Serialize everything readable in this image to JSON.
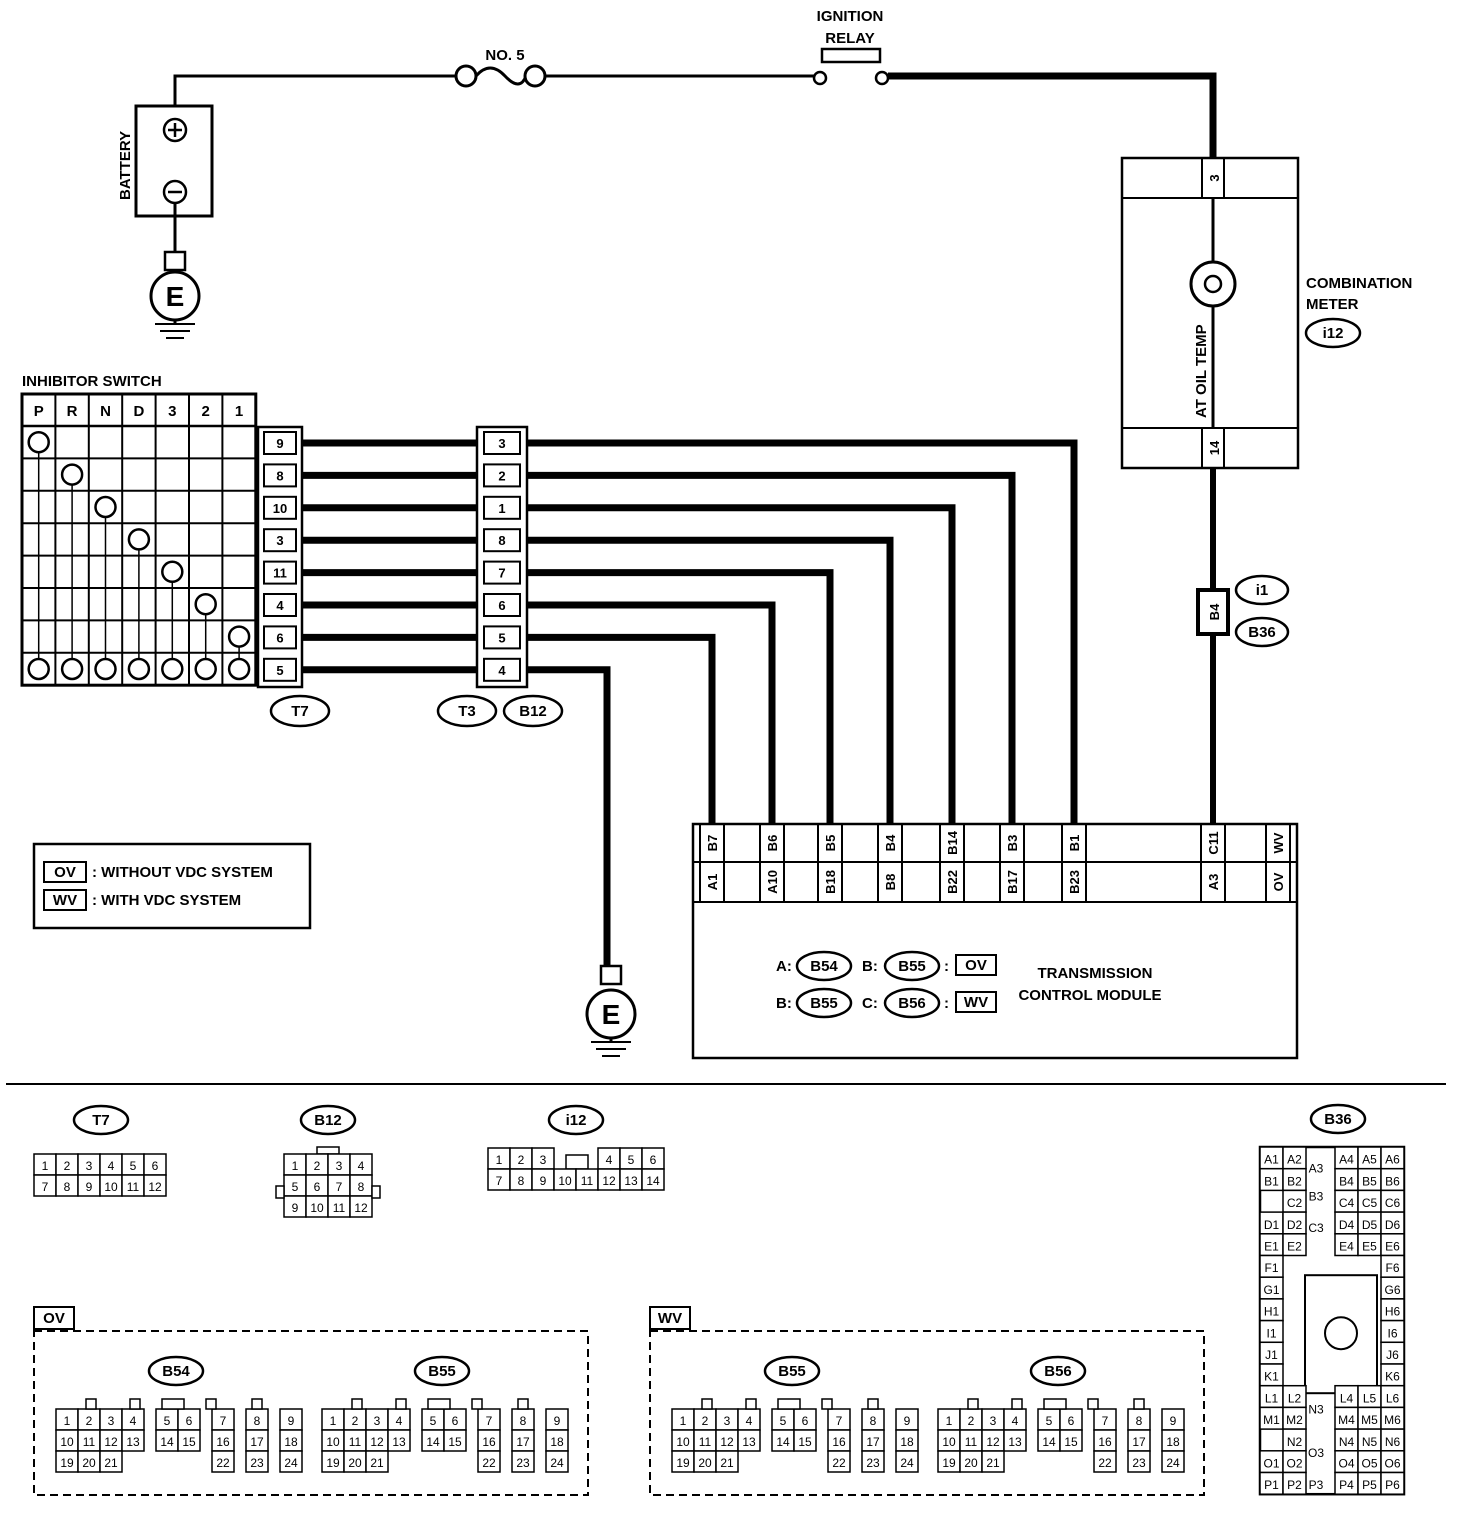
{
  "power": {
    "fuse_label": "NO. 5",
    "relay_label_1": "IGNITION",
    "relay_label_2": "RELAY",
    "battery_label": "BATTERY",
    "ground_label": "E"
  },
  "combination_meter": {
    "label_1": "COMBINATION",
    "label_2": "METER",
    "connector": "i12",
    "gauge_label": "AT OIL TEMP",
    "pin_top": "3",
    "pin_bottom": "14"
  },
  "meter_connector": {
    "pin": "B4",
    "ids": [
      "i1",
      "B36"
    ]
  },
  "inhibitor_switch": {
    "title": "INHIBITOR SWITCH",
    "positions": [
      "P",
      "R",
      "N",
      "D",
      "3",
      "2",
      "1"
    ],
    "t7_pins": [
      "9",
      "8",
      "10",
      "3",
      "11",
      "4",
      "6",
      "5"
    ],
    "connector": "T7"
  },
  "relay_connector": {
    "pins": [
      "3",
      "2",
      "1",
      "8",
      "7",
      "6",
      "5",
      "4"
    ],
    "ids": [
      "T3",
      "B12"
    ]
  },
  "tcm": {
    "top_pins": [
      "B7",
      "B6",
      "B5",
      "B4",
      "B14",
      "B3",
      "B1",
      "C11",
      "WV"
    ],
    "bottom_pins": [
      "A1",
      "A10",
      "B18",
      "B8",
      "B22",
      "B17",
      "B23",
      "A3",
      "OV"
    ],
    "label_1": "TRANSMISSION",
    "label_2": "CONTROL MODULE",
    "key": [
      {
        "prefix": "A:",
        "conn": "B54"
      },
      {
        "prefix": "B:",
        "conn": "B55",
        "prefix2": "B:",
        "conn2": "B55",
        "tag": "OV"
      },
      {
        "prefix": "B:",
        "conn": "B55"
      },
      {
        "prefix": "C:",
        "conn": "B56",
        "tag": "WV"
      }
    ]
  },
  "legend": [
    {
      "code": "OV",
      "text": ": WITHOUT VDC SYSTEM"
    },
    {
      "code": "WV",
      "text": ": WITH VDC SYSTEM"
    }
  ],
  "connector_views": {
    "T7": {
      "title": "T7",
      "rows": [
        [
          "1",
          "2",
          "3",
          "4",
          "5",
          "6"
        ],
        [
          "7",
          "8",
          "9",
          "10",
          "11",
          "12"
        ]
      ]
    },
    "B12": {
      "title": "B12",
      "rows": [
        [
          "1",
          "2",
          "3",
          "4"
        ],
        [
          "5",
          "6",
          "7",
          "8"
        ],
        [
          "9",
          "10",
          "11",
          "12"
        ]
      ]
    },
    "i12": {
      "title": "i12",
      "row1": [
        "1",
        "2",
        "3",
        "4",
        "5",
        "6"
      ],
      "row2": [
        "7",
        "8",
        "9",
        "10",
        "11",
        "12",
        "13",
        "14"
      ]
    },
    "B36": {
      "title": "B36",
      "rows": [
        [
          "A1",
          "A2",
          "A3",
          "A4",
          "A5",
          "A6"
        ],
        [
          "B1",
          "B2",
          "B3",
          "B4",
          "B5",
          "B6"
        ],
        [
          "C2",
          "C3",
          "C4",
          "C5",
          "C6"
        ],
        [
          "D1",
          "D2",
          "D4",
          "D5",
          "D6"
        ],
        [
          "E1",
          "E2",
          "E4",
          "E5",
          "E6"
        ],
        [
          "F1",
          "F6"
        ],
        [
          "G1",
          "G6"
        ],
        [
          "H1",
          "H6"
        ],
        [
          "I1",
          "I6"
        ],
        [
          "J1",
          "J6"
        ],
        [
          "K1",
          "K6"
        ],
        [
          "L1",
          "L2",
          "N3",
          "L4",
          "L5",
          "L6"
        ],
        [
          "M1",
          "M2",
          "M4",
          "M5",
          "M6"
        ],
        [
          "N2",
          "O3",
          "N4",
          "N5",
          "N6"
        ],
        [
          "O1",
          "O2",
          "O4",
          "O5",
          "O6"
        ],
        [
          "P1",
          "P2",
          "P3",
          "P4",
          "P5",
          "P6"
        ]
      ]
    },
    "ov_group": {
      "tag": "OV",
      "connectors": [
        "B54",
        "B55"
      ]
    },
    "wv_group": {
      "tag": "WV",
      "connectors": [
        "B55",
        "B56"
      ]
    },
    "tcm_pin_rows": [
      [
        "1",
        "2",
        "3",
        "4",
        "5",
        "6",
        "7",
        "8",
        "9"
      ],
      [
        "10",
        "11",
        "12",
        "13",
        "14",
        "15",
        "16",
        "17",
        "18"
      ],
      [
        "19",
        "20",
        "21",
        "22",
        "23",
        "24"
      ]
    ]
  }
}
